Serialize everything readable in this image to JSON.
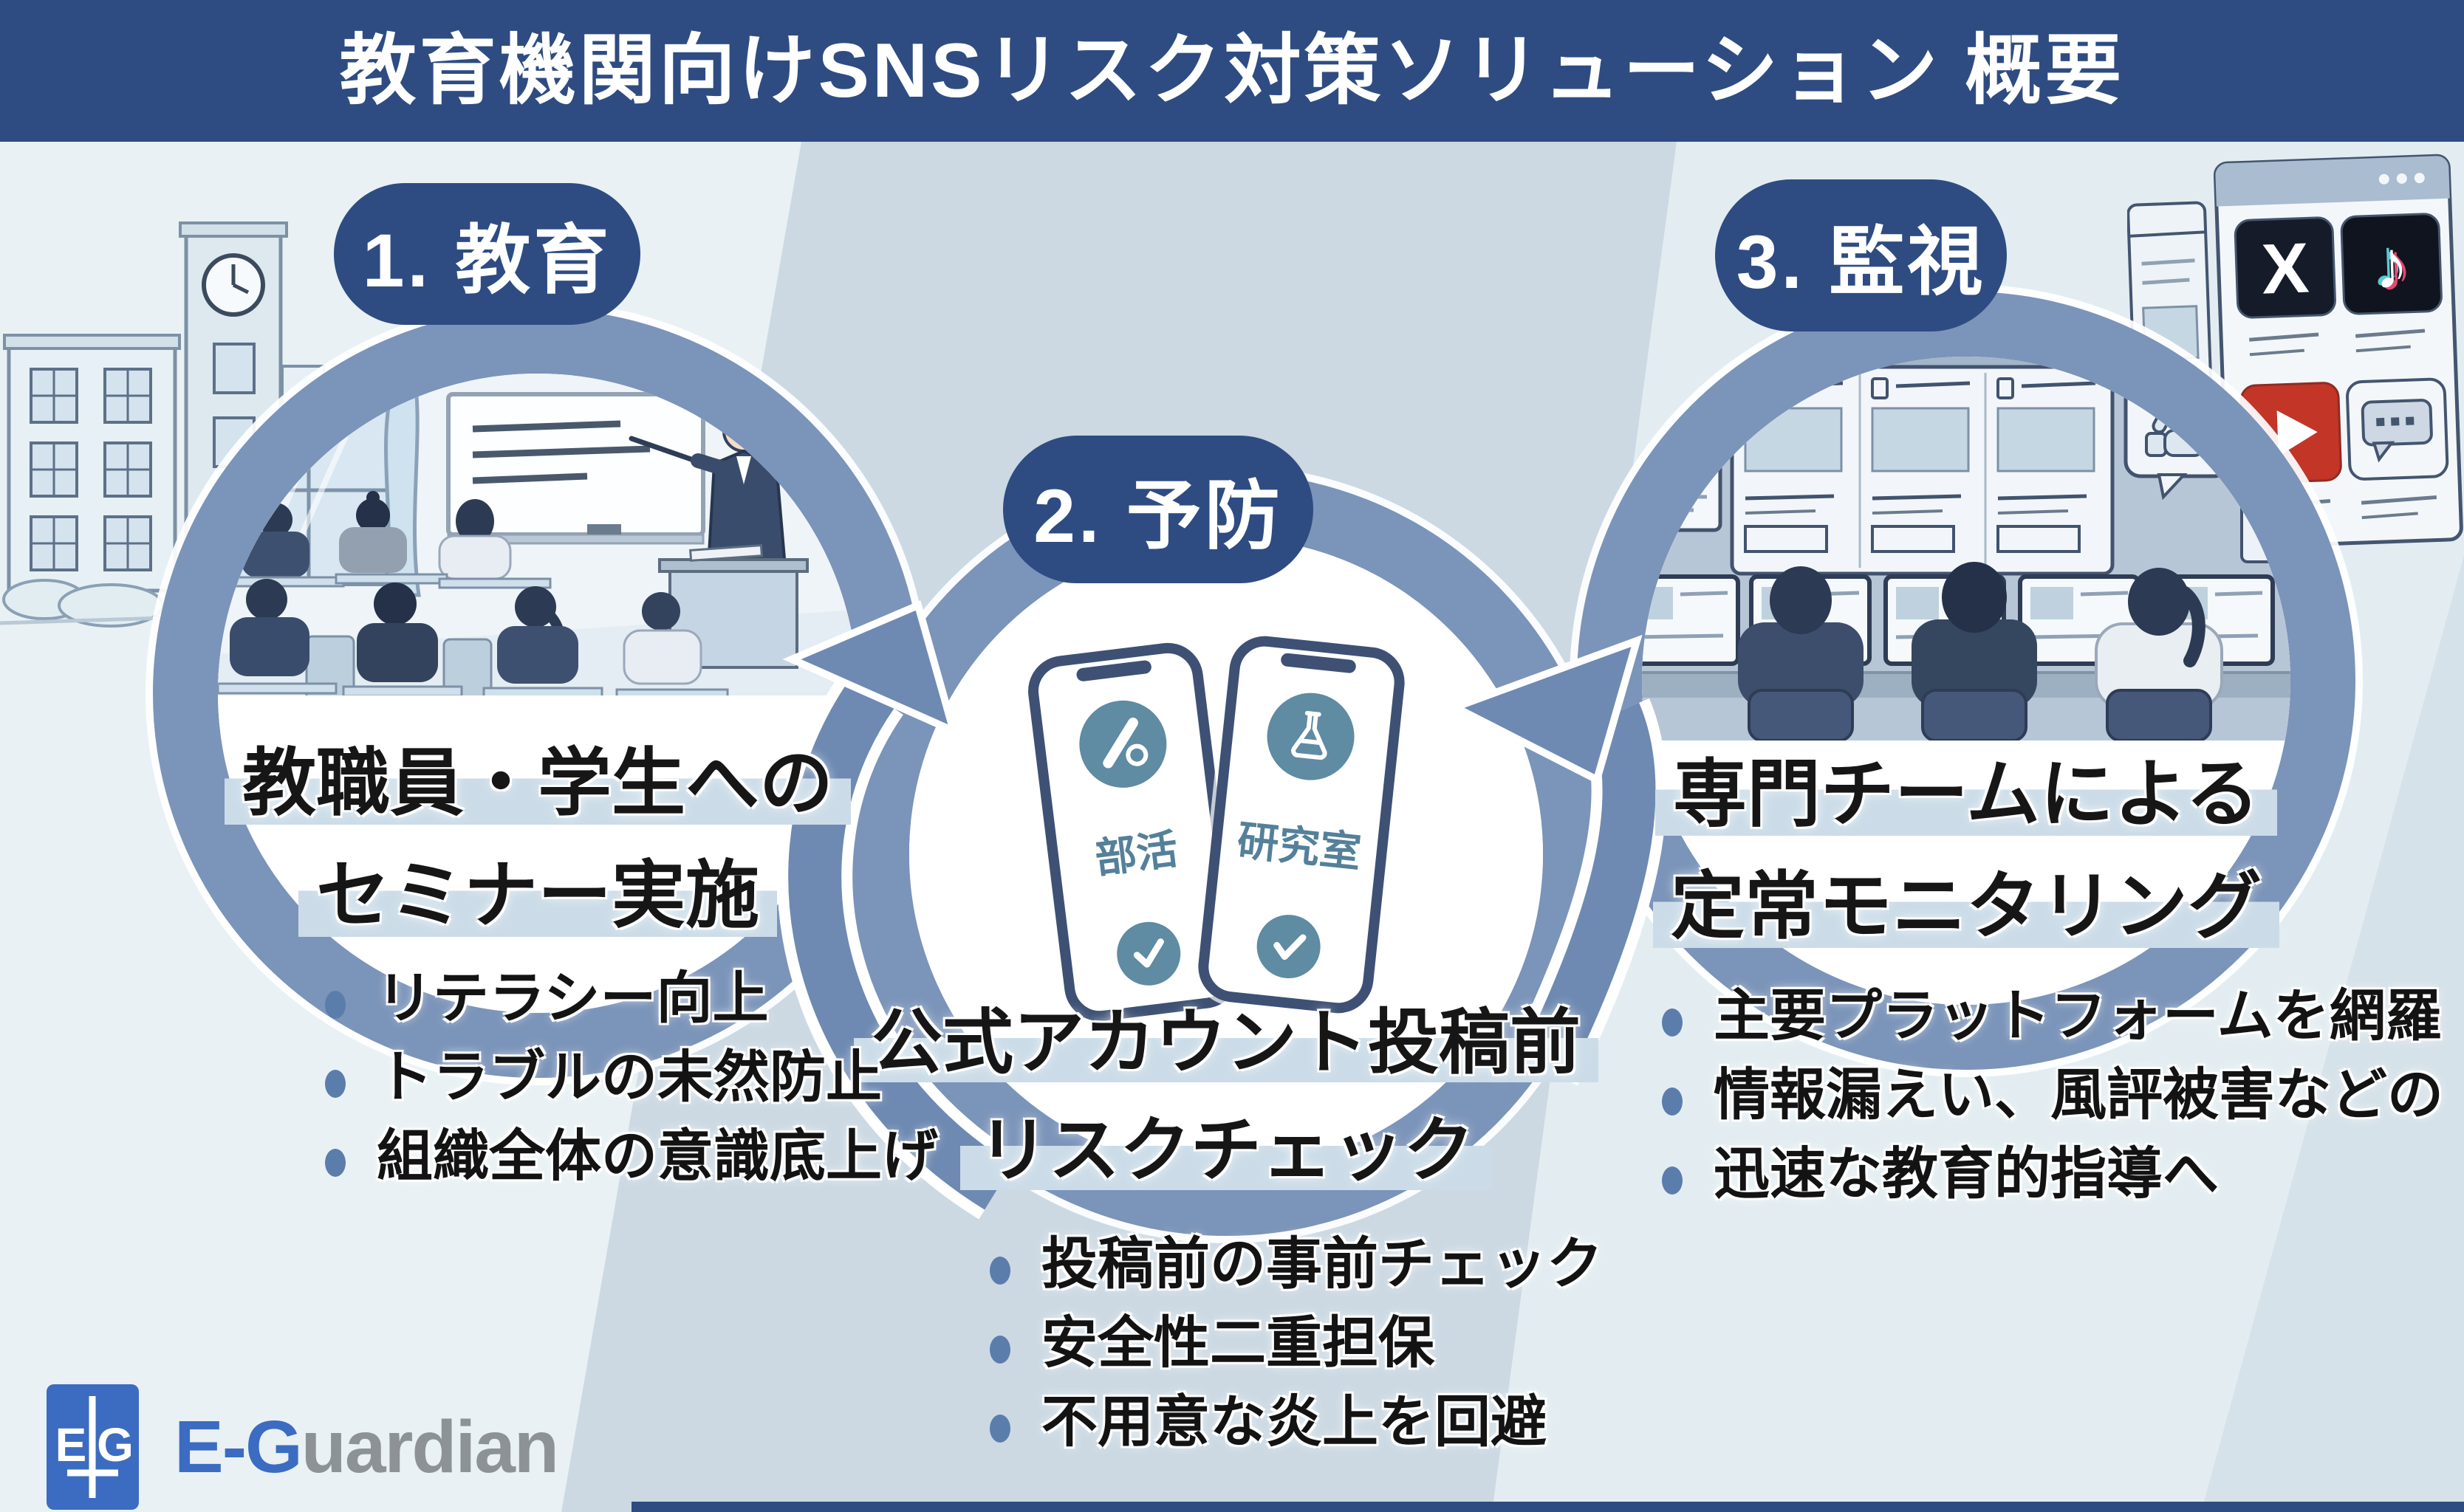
{
  "header": {
    "title": "教育機関向けSNSリスク対策ソリューション 概要"
  },
  "steps": [
    {
      "label": "1. 教育",
      "caption_line1": "教職員・学生への",
      "caption_line2": "セミナー実施",
      "bullets": [
        "リテラシー向上",
        "トラブルの未然防止",
        "組織全体の意識底上げ"
      ],
      "illustration": "classroom-seminar-scene"
    },
    {
      "label": "2. 予防",
      "caption_line1": "公式アカウント投稿前",
      "caption_line2": "リスクチェック",
      "bullets": [
        "投稿前の事前チェック",
        "安全性二重担保",
        "不用意な炎上を回避"
      ],
      "illustration": "smartphones-risk-check-scene",
      "phones": [
        {
          "icon": "baseball-bat-icon",
          "label": "部活"
        },
        {
          "icon": "flask-icon",
          "label": "研究室"
        }
      ]
    },
    {
      "label": "3. 監視",
      "caption_line1": "専門チームによる",
      "caption_line2": "定常モニタリング",
      "bullets": [
        "主要プラットフォームを網羅",
        "情報漏えい、風評被害などの",
        "迅速な教育的指導へ"
      ],
      "illustration": "monitoring-room-scene"
    }
  ],
  "background": {
    "scenes": [
      "school-building",
      "sns-platform-screens"
    ],
    "sns_icons": [
      "x-icon",
      "tiktok-icon",
      "youtube-icon",
      "chat-bubble-icon",
      "thumbs-up-icon"
    ]
  },
  "logo": {
    "mark_letters": [
      "E",
      "G"
    ],
    "name_blue": "E-G",
    "name_gray": "uardian"
  },
  "colors": {
    "navy": "#2e4c82",
    "ring_blue": "#7b94b9",
    "arrow_blue": "#6e8ab2",
    "teal": "#5f8ba3",
    "band_center": "#ccd9e3",
    "bg_light": "#e9f1f4",
    "highlight": "#cbdce8",
    "bullet_dot": "#5b7dab",
    "logo_blue": "#3c6cc1",
    "logo_gray": "#8d9296"
  }
}
